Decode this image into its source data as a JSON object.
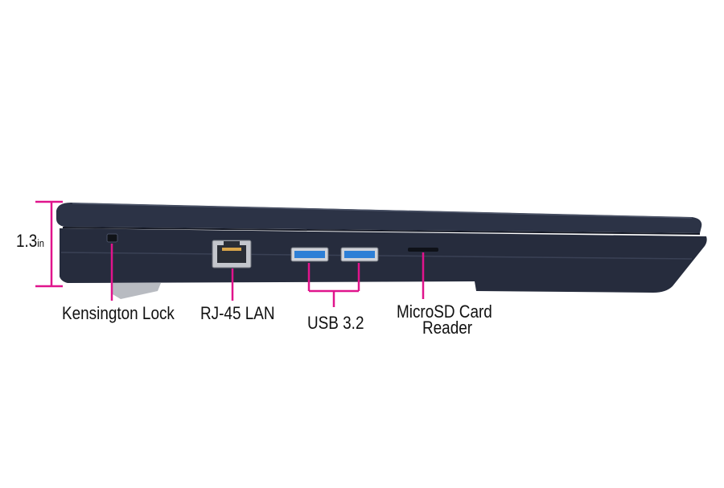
{
  "colors": {
    "accent": "#e0148c",
    "body": "#252b3c",
    "body_dark": "#1a1f2c",
    "edge_light": "#4a5166",
    "usb_blue": "#2d7fd6",
    "port_metal": "#b9bcc2"
  },
  "dimension": {
    "value": "1.3",
    "unit": "in"
  },
  "ports": {
    "kensington": {
      "label": "Kensington Lock",
      "icon": "kensington-slot"
    },
    "lan": {
      "label": "RJ-45 LAN",
      "icon": "rj45-port"
    },
    "usb": {
      "label": "USB 3.2",
      "icon": "usb-port",
      "count": 2
    },
    "microsd": {
      "label_line1": "MicroSD Card",
      "label_line2": "Reader",
      "icon": "microsd-slot"
    }
  }
}
